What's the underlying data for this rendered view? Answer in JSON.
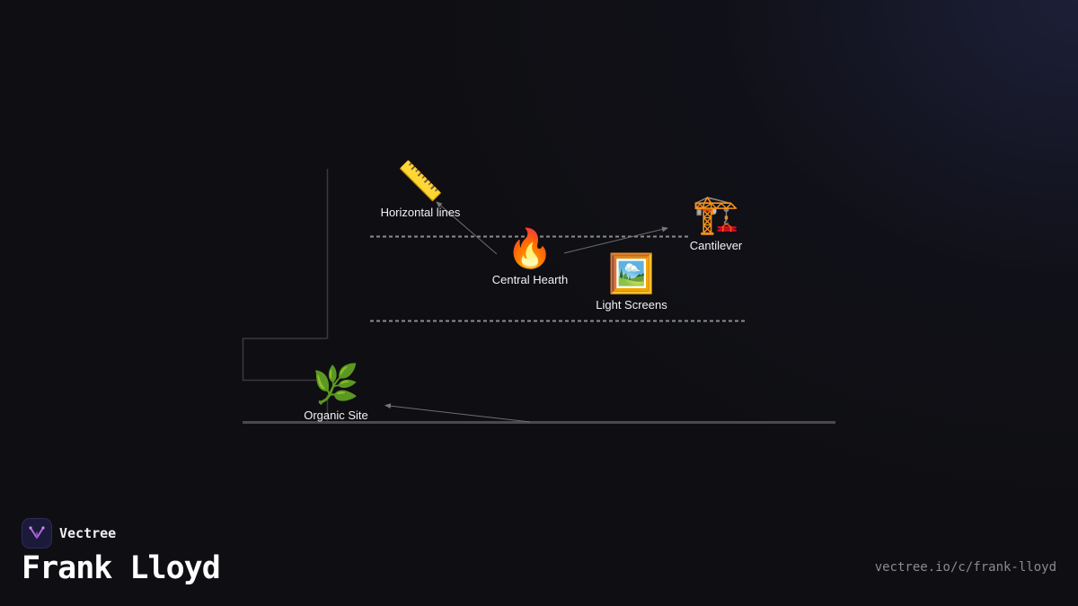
{
  "brand": {
    "name": "Vectree"
  },
  "page": {
    "title": "Frank Lloyd",
    "url": "vectree.io/c/frank-lloyd"
  },
  "diagram": {
    "nodes": {
      "horizontal_lines": {
        "emoji": "📏",
        "label": "Horizontal lines"
      },
      "central_hearth": {
        "emoji": "🔥",
        "label": "Central Hearth"
      },
      "cantilever": {
        "emoji": "🏗️",
        "label": "Cantilever"
      },
      "light_screens": {
        "emoji": "🖼️",
        "label": "Light Screens"
      },
      "organic_site": {
        "emoji": "🌿",
        "label": "Organic Site"
      }
    }
  },
  "colors": {
    "background": "#0f0f13",
    "line": "#3a3a3e",
    "dashed_line": "#8c8c8c",
    "arrow": "#6e6e72",
    "ground": "#4a4a4c",
    "logo_accent": "#b06ad8"
  }
}
